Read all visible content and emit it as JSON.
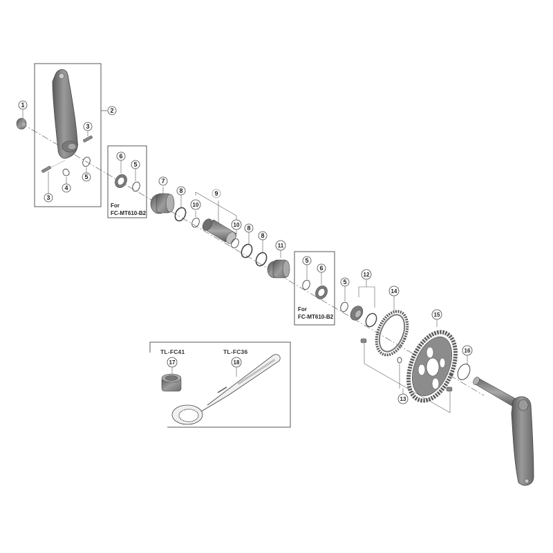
{
  "diagram": {
    "type": "exploded-parts-view",
    "subject": "crankset assembly",
    "callouts": [
      {
        "id": "c1",
        "label": "1"
      },
      {
        "id": "c2",
        "label": "2"
      },
      {
        "id": "c3a",
        "label": "3"
      },
      {
        "id": "c3b",
        "label": "3"
      },
      {
        "id": "c4",
        "label": "4"
      },
      {
        "id": "c5a",
        "label": "5"
      },
      {
        "id": "c5b",
        "label": "5"
      },
      {
        "id": "c6a",
        "label": "6"
      },
      {
        "id": "c7",
        "label": "7"
      },
      {
        "id": "c8a",
        "label": "8"
      },
      {
        "id": "c9",
        "label": "9"
      },
      {
        "id": "c10a",
        "label": "10"
      },
      {
        "id": "c10b",
        "label": "10"
      },
      {
        "id": "c8b",
        "label": "8"
      },
      {
        "id": "c8c",
        "label": "8"
      },
      {
        "id": "c11",
        "label": "11"
      },
      {
        "id": "c5c",
        "label": "5"
      },
      {
        "id": "c6b",
        "label": "6"
      },
      {
        "id": "c5d",
        "label": "5"
      },
      {
        "id": "c12",
        "label": "12"
      },
      {
        "id": "c14",
        "label": "14"
      },
      {
        "id": "c15",
        "label": "15"
      },
      {
        "id": "c16",
        "label": "16"
      },
      {
        "id": "c13",
        "label": "13"
      },
      {
        "id": "c17",
        "label": "17"
      },
      {
        "id": "c18",
        "label": "18"
      }
    ],
    "variant_boxes": [
      {
        "line1": "For",
        "line2": "FC-MT610-B2"
      },
      {
        "line1": "For",
        "line2": "FC-MT610-B2"
      }
    ],
    "tools": [
      {
        "name": "TL-FC41",
        "callout": "17"
      },
      {
        "name": "TL-FC36",
        "callout": "18"
      }
    ],
    "colors": {
      "line": "#555555",
      "part_dark": "#6b6b6b",
      "part_mid": "#8e8e8e",
      "part_light": "#b8b8b8",
      "background": "#ffffff"
    }
  }
}
